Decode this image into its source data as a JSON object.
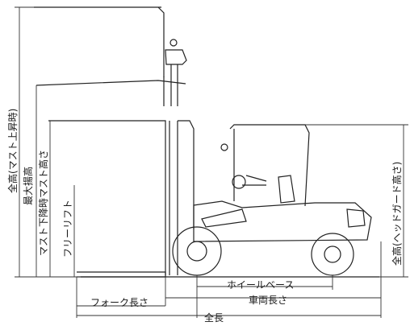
{
  "diagram": {
    "subject": "forklift-dimension-drawing",
    "labels": {
      "overall_height_mast_raised": "全高(マスト上昇時)",
      "max_lift_height": "最大揚高",
      "mast_lowered_height": "マスト下降時マスト高さ",
      "free_lift": "フリーリフト",
      "overall_height_head_guard": "全高(ヘッドガード高さ)",
      "wheelbase": "ホイールベース",
      "vehicle_length": "車両長さ",
      "fork_length": "フォーク長さ",
      "overall_length": "全長"
    }
  }
}
